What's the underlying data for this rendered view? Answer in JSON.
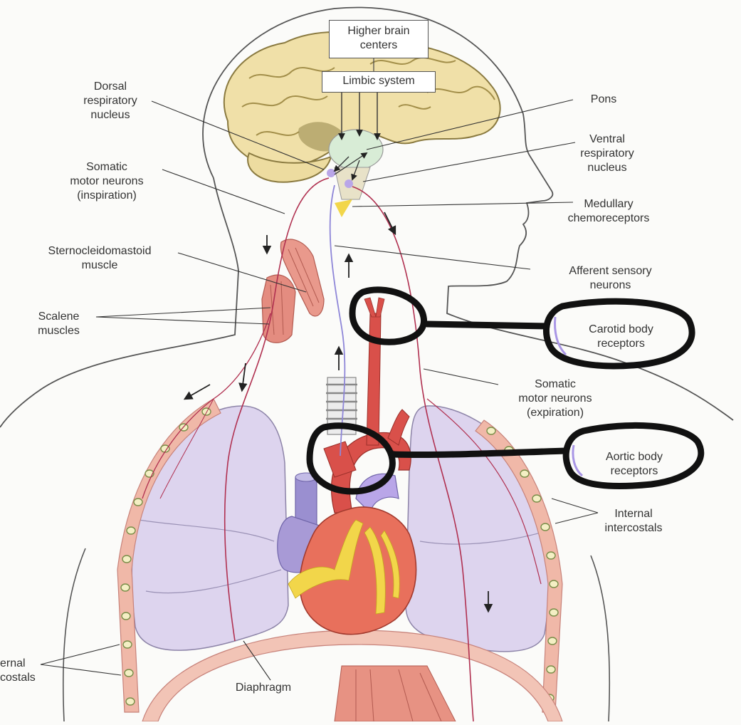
{
  "labels": {
    "higher_brain": [
      "Higher brain",
      "centers"
    ],
    "limbic": [
      "Limbic system"
    ],
    "dorsal": [
      "Dorsal",
      "respiratory",
      "nucleus"
    ],
    "pons": [
      "Pons"
    ],
    "ventral": [
      "Ventral",
      "respiratory",
      "nucleus"
    ],
    "somatic_insp": [
      "Somatic",
      "motor neurons",
      "(inspiration)"
    ],
    "medullary": [
      "Medullary",
      "chemoreceptors"
    ],
    "sterno": [
      "Sternocleidomastoid",
      "muscle"
    ],
    "afferent": [
      "Afferent sensory",
      "neurons"
    ],
    "scalene": [
      "Scalene",
      "muscles"
    ],
    "carotid": [
      "Carotid body",
      "receptors"
    ],
    "somatic_exp": [
      "Somatic",
      "motor neurons",
      "(expiration)"
    ],
    "aortic": [
      "Aortic body",
      "receptors"
    ],
    "internal": [
      "Internal",
      "intercostals"
    ],
    "external": [
      "ernal",
      "costals"
    ],
    "diaphragm": [
      "Diaphragm"
    ]
  },
  "colors": {
    "background": "#fbfbf9",
    "outline": "#555555",
    "brain": "#f0e0a8",
    "lung": "#ddd4ee",
    "heart": "#e8705c",
    "vessel_red": "#d9504a",
    "vein_blue": "#a89ad6",
    "fat_yellow": "#f2d64a",
    "muscle": "#e9998c",
    "nerve": "#b03050",
    "highlight_ring": "#111111",
    "callout_accent": "#a996e6"
  }
}
